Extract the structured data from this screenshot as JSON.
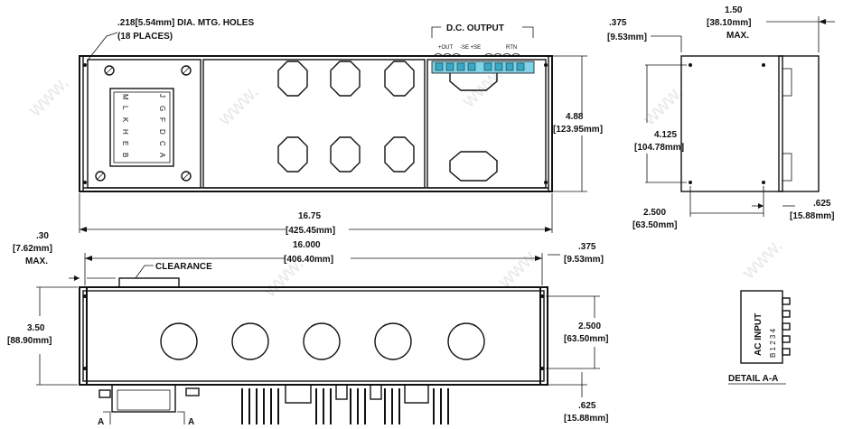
{
  "top_view": {
    "holes_note_line1": ".218[5.54mm] DIA. MTG. HOLES",
    "holes_note_line2": "(18 PLACES)",
    "dc_output_label": "D.C. OUTPUT",
    "terminal_groups": [
      "+OUT",
      "-SE +SE",
      "RTN"
    ],
    "terminal_letters_left": [
      "M",
      "L",
      "K",
      "H",
      "E",
      "B"
    ],
    "terminal_letters_right": [
      "J",
      "G",
      "F",
      "D",
      "C",
      "A"
    ],
    "height_dim_in": "4.88",
    "height_dim_mm": "[123.95mm]",
    "width_overall_in": "16.75",
    "width_overall_mm": "[425.45mm]"
  },
  "side_view": {
    "offset_in": ".375",
    "offset_mm": "[9.53mm]",
    "depth_in": "1.50",
    "depth_mm": "[38.10mm]",
    "depth_note": "MAX.",
    "hole_height_in": "4.125",
    "hole_height_mm": "[104.78mm]",
    "hole_spacing_in": "2.500",
    "hole_spacing_mm": "[63.50mm]",
    "edge_offset_in": ".625",
    "edge_offset_mm": "[15.88mm]"
  },
  "front_view": {
    "clearance_in": ".30",
    "clearance_mm": "[7.62mm]",
    "clearance_note": "MAX.",
    "clearance_label": "CLEARANCE",
    "hole_span_in": "16.000",
    "hole_span_mm": "[406.40mm]",
    "right_offset_in": ".375",
    "right_offset_mm": "[9.53mm]",
    "height_in": "3.50",
    "height_mm": "[88.90mm]",
    "hole_vert_in": "2.500",
    "hole_vert_mm": "[63.50mm]",
    "bottom_offset_in": ".625",
    "bottom_offset_mm": "[15.88mm]",
    "section_marks": [
      "A",
      "A"
    ]
  },
  "detail": {
    "label": "AC INPUT",
    "pins": "B 1 2 3 4",
    "caption": "DETAIL A-A"
  }
}
